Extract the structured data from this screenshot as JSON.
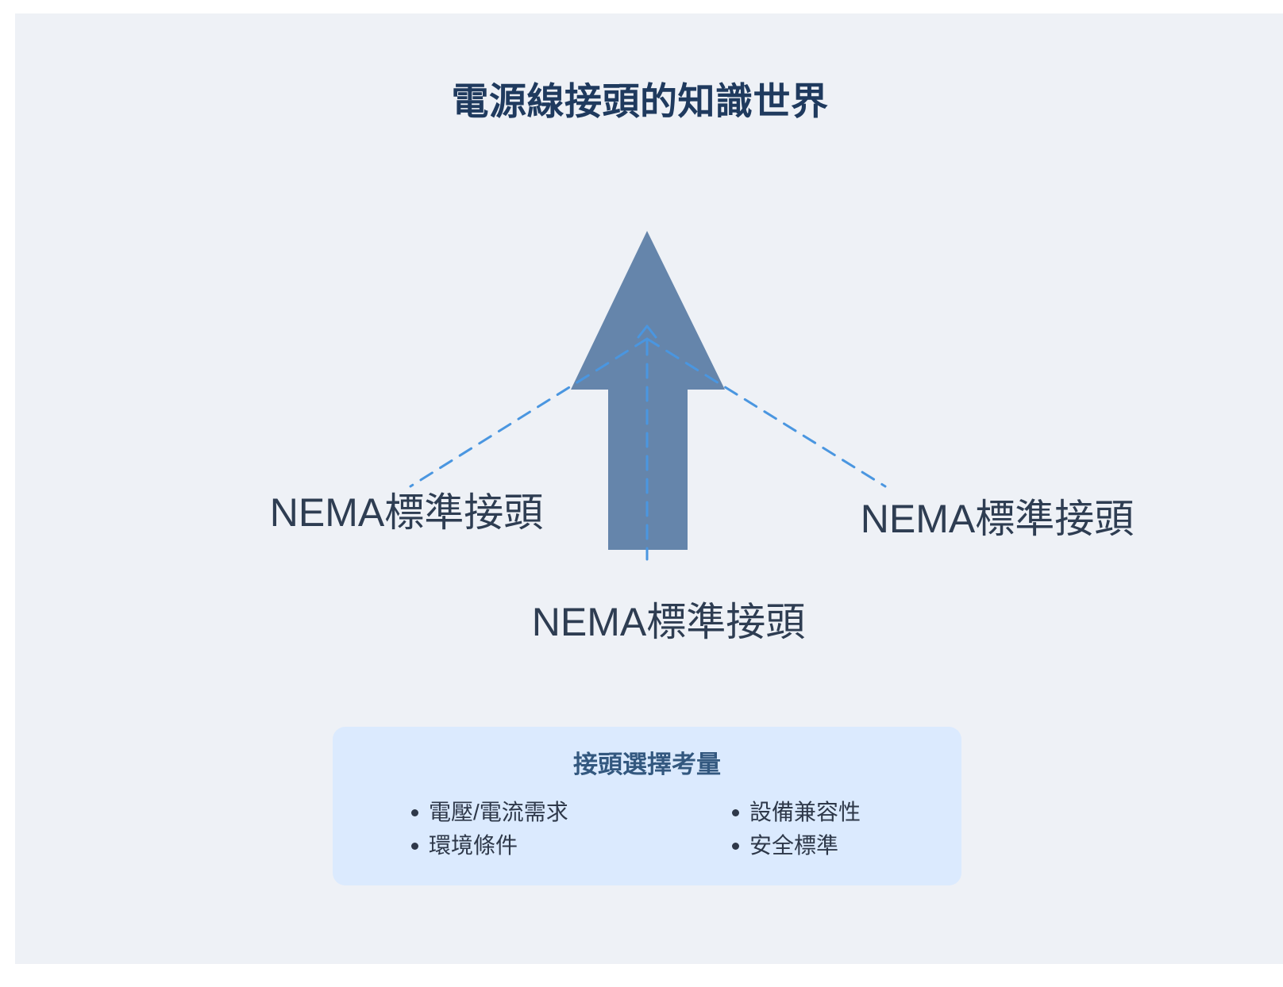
{
  "page": {
    "title": "電源線接頭的知識世界",
    "background_color": "#ffffff",
    "panel_color": "#eef1f6",
    "title_color": "#1f3a5e"
  },
  "diagram": {
    "arrow_color": "#6585ab",
    "connector_color": "#4a96e0",
    "label_color": "#2e3d52",
    "nodes": [
      {
        "id": "left",
        "label": "NEMA標準接頭"
      },
      {
        "id": "bottom",
        "label": "NEMA標準接頭"
      },
      {
        "id": "right",
        "label": "NEMA標準接頭"
      }
    ]
  },
  "card": {
    "title": "接頭選擇考量",
    "background_color": "#dbeafe",
    "title_color": "#33587f",
    "item_color": "#2e3849",
    "items_left": [
      "電壓/電流需求",
      "環境條件"
    ],
    "items_right": [
      "設備兼容性",
      "安全標準"
    ]
  }
}
